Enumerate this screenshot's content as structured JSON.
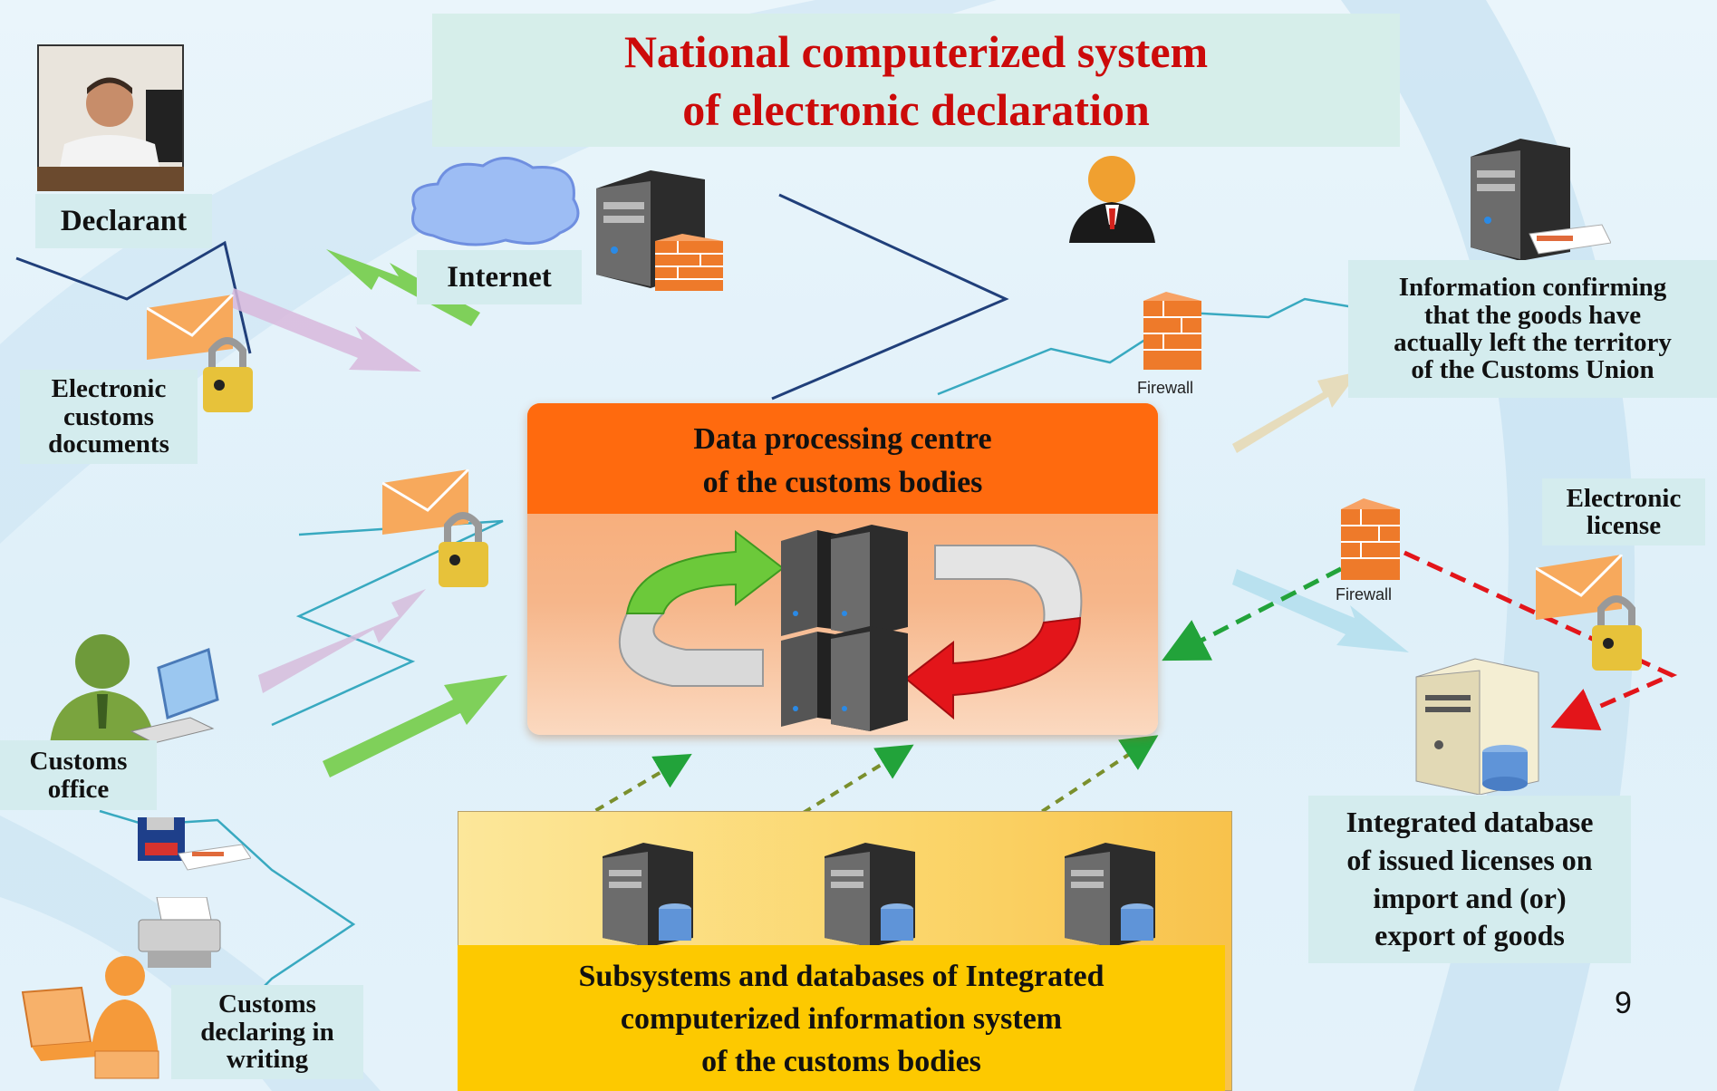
{
  "title": {
    "line1": "National computerized system",
    "line2": "of electronic declaration"
  },
  "labels": {
    "declarant": "Declarant",
    "internet": "Internet",
    "electronic_docs": [
      "Electronic",
      "customs",
      "documents"
    ],
    "customs_office": [
      "Customs",
      "office"
    ],
    "customs_declaring": [
      "Customs",
      "declaring in",
      "writing"
    ],
    "info_confirming": [
      "Information confirming",
      "that the goods have",
      "actually left the territory",
      "of the Customs Union"
    ],
    "electronic_license": [
      "Electronic",
      "license"
    ],
    "integrated_db": [
      "Integrated database",
      "of issued licenses on",
      "import and (or)",
      "export of goods"
    ],
    "firewall_1": "Firewall",
    "firewall_2": "Firewall"
  },
  "data_centre": {
    "line1": "Data processing centre",
    "line2": "of the customs bodies"
  },
  "subsystems": {
    "line1": "Subsystems and databases of Integrated",
    "line2": "computerized information system",
    "line3": "of the customs bodies"
  },
  "page_number": "9",
  "colors": {
    "title_red": "#cc0a0a",
    "orange": "#ff6a0e",
    "yellow": "#fdc900",
    "label_bg": "#d4ecee",
    "green_arrow": "#6cc93a",
    "red_arrow": "#e3151a"
  }
}
